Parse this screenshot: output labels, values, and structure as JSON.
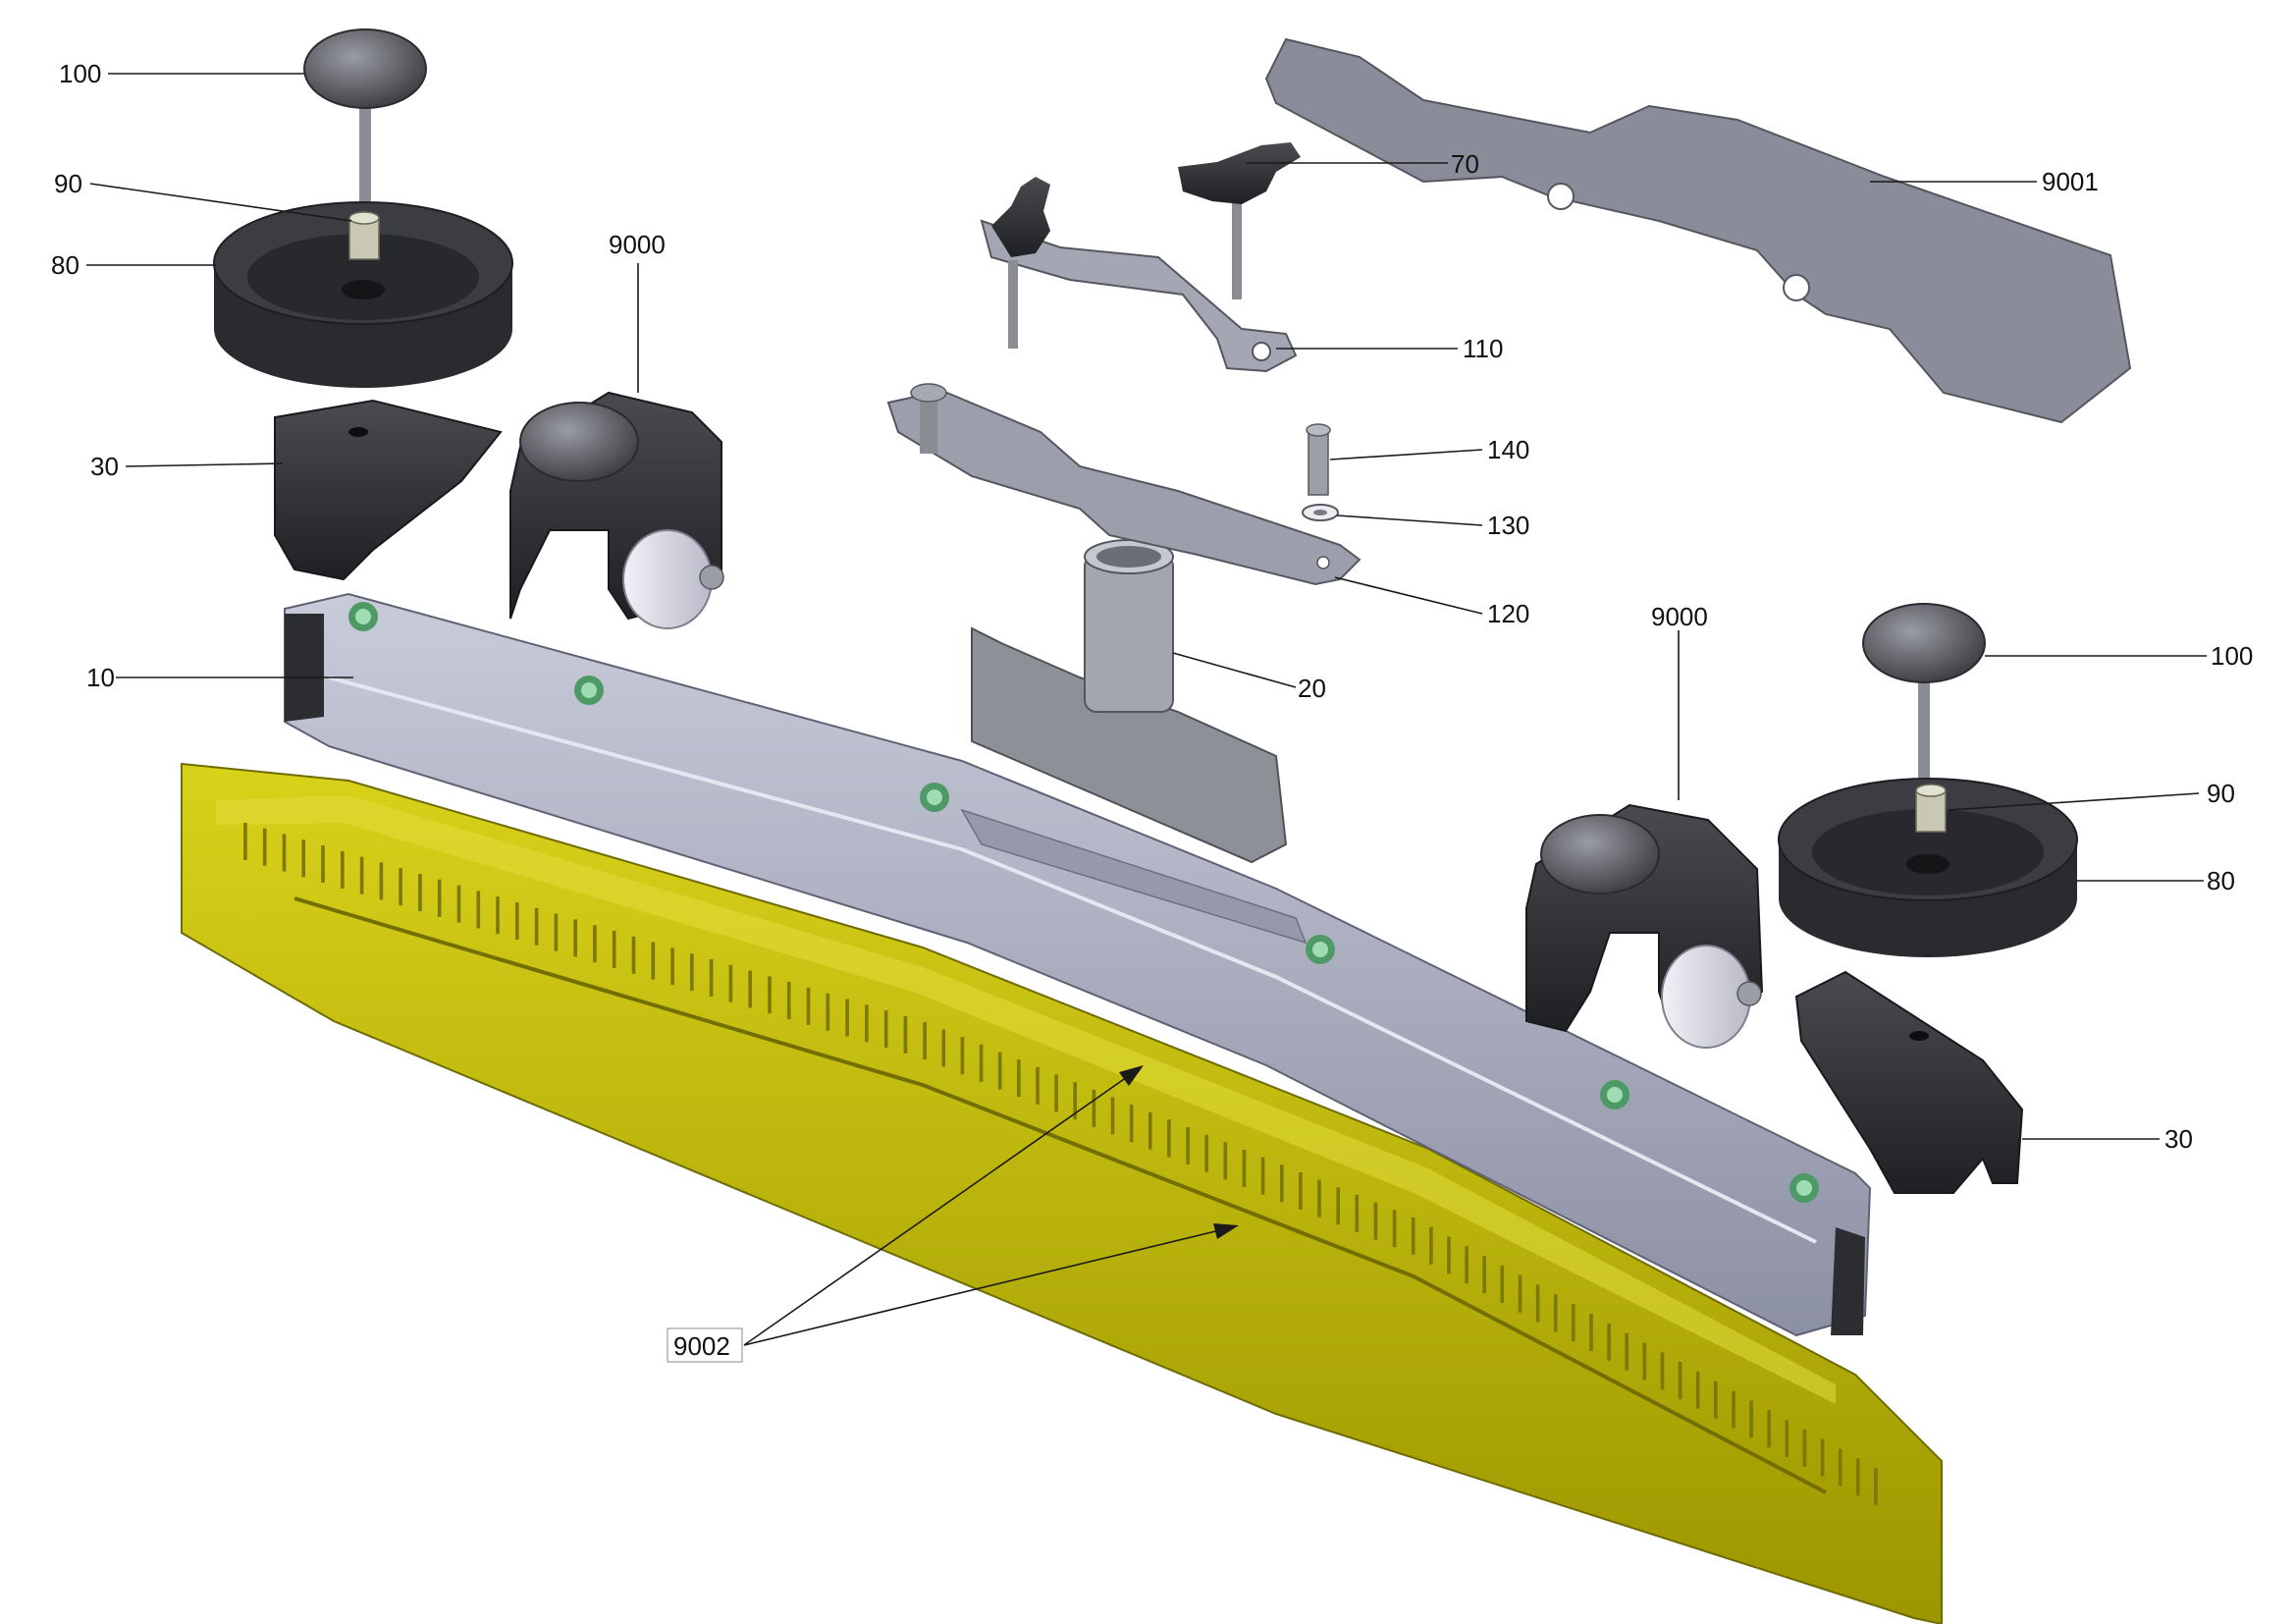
{
  "callouts": [
    {
      "id": "label-100-left",
      "text": "100"
    },
    {
      "id": "label-90-left",
      "text": "90"
    },
    {
      "id": "label-80-left",
      "text": "80"
    },
    {
      "id": "label-9000-left",
      "text": "9000"
    },
    {
      "id": "label-30-left",
      "text": "30"
    },
    {
      "id": "label-10",
      "text": "10"
    },
    {
      "id": "label-70",
      "text": "70"
    },
    {
      "id": "label-9001",
      "text": "9001"
    },
    {
      "id": "label-110",
      "text": "110"
    },
    {
      "id": "label-140",
      "text": "140"
    },
    {
      "id": "label-130",
      "text": "130"
    },
    {
      "id": "label-120",
      "text": "120"
    },
    {
      "id": "label-20",
      "text": "20"
    },
    {
      "id": "label-9000-right",
      "text": "9000"
    },
    {
      "id": "label-100-right",
      "text": "100"
    },
    {
      "id": "label-90-right",
      "text": "90"
    },
    {
      "id": "label-80-right",
      "text": "80"
    },
    {
      "id": "label-30-right",
      "text": "30"
    },
    {
      "id": "label-9002",
      "text": "9002"
    }
  ],
  "colors": {
    "squeegee_yellow": "#b8b400",
    "frame_grey": "#a4a8bc",
    "plate_grey": "#8a8c99",
    "rubber_black": "#2f3034",
    "knob_grey": "#6f7177",
    "screw_green": "#6fc08a",
    "leader_line": "#1a1a1a"
  }
}
